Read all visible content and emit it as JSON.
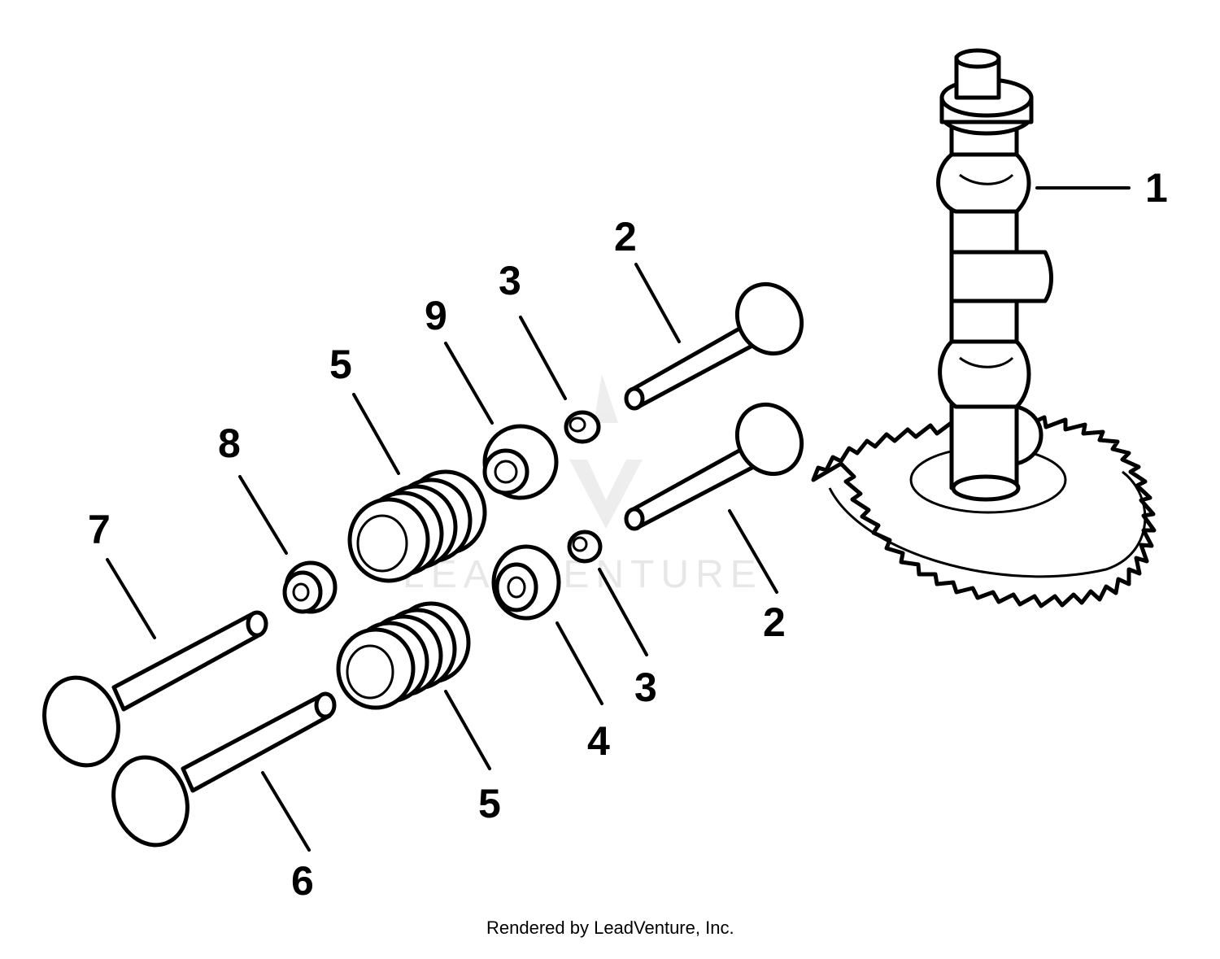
{
  "callouts": [
    {
      "id": "1",
      "label": "1"
    },
    {
      "id": "2a",
      "label": "2"
    },
    {
      "id": "2b",
      "label": "2"
    },
    {
      "id": "3a",
      "label": "3"
    },
    {
      "id": "3b",
      "label": "3"
    },
    {
      "id": "4",
      "label": "4"
    },
    {
      "id": "5a",
      "label": "5"
    },
    {
      "id": "5b",
      "label": "5"
    },
    {
      "id": "6",
      "label": "6"
    },
    {
      "id": "7",
      "label": "7"
    },
    {
      "id": "8",
      "label": "8"
    },
    {
      "id": "9",
      "label": "9"
    }
  ],
  "watermark": "LEADVENTURE",
  "credit": "Rendered by LeadVenture, Inc."
}
